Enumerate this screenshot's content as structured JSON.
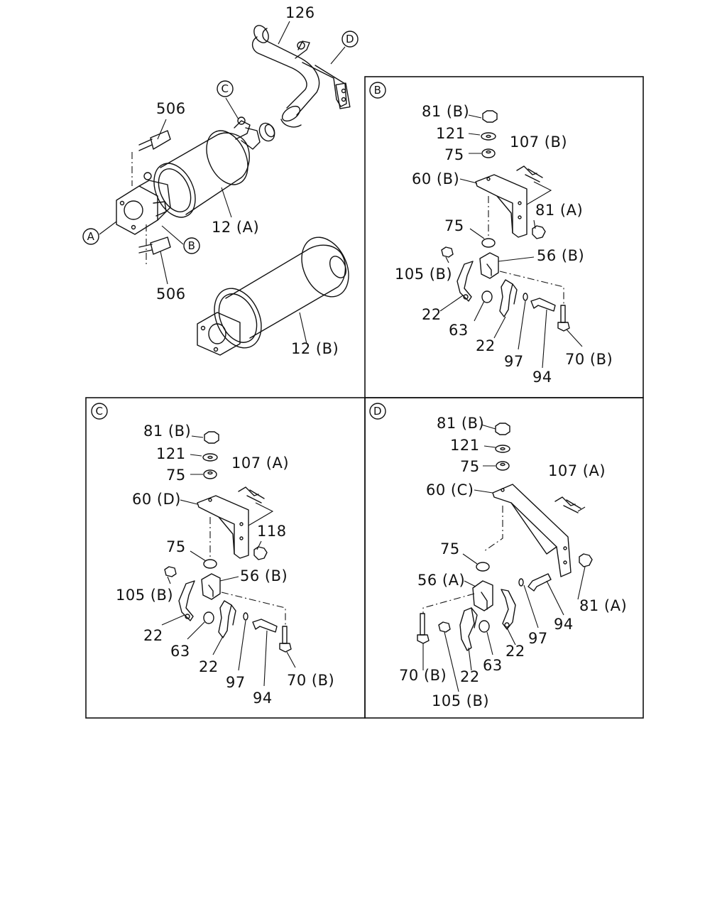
{
  "refs": {
    "a": "A",
    "b": "B",
    "c": "C",
    "d": "D"
  },
  "main": {
    "p126": "126",
    "p506_top": "506",
    "p506_bottom": "506",
    "p12a": "12 (A)",
    "p12b": "12 (B)"
  },
  "panel_b": {
    "p81b": "81 (B)",
    "p121": "121",
    "p75a": "75",
    "p107b": "107 (B)",
    "p60b": "60 (B)",
    "p81a": "81 (A)",
    "p75b": "75",
    "p56b": "56 (B)",
    "p105b": "105 (B)",
    "p22a": "22",
    "p63": "63",
    "p22b": "22",
    "p97": "97",
    "p94": "94",
    "p70b": "70 (B)"
  },
  "panel_c": {
    "p81b": "81 (B)",
    "p121": "121",
    "p75a": "75",
    "p107a": "107 (A)",
    "p60d": "60 (D)",
    "p118": "118",
    "p75b": "75",
    "p56b": "56 (B)",
    "p105b": "105 (B)",
    "p22a": "22",
    "p63": "63",
    "p22b": "22",
    "p97": "97",
    "p94": "94",
    "p70b": "70 (B)"
  },
  "panel_d": {
    "p81b": "81 (B)",
    "p121": "121",
    "p75a": "75",
    "p107a": "107 (A)",
    "p60c": "60 (C)",
    "p75b": "75",
    "p56a": "56 (A)",
    "p81a": "81 (A)",
    "p94": "94",
    "p97": "97",
    "p22a": "22",
    "p70b": "70 (B)",
    "p22b": "22",
    "p63": "63",
    "p105b": "105 (B)"
  }
}
